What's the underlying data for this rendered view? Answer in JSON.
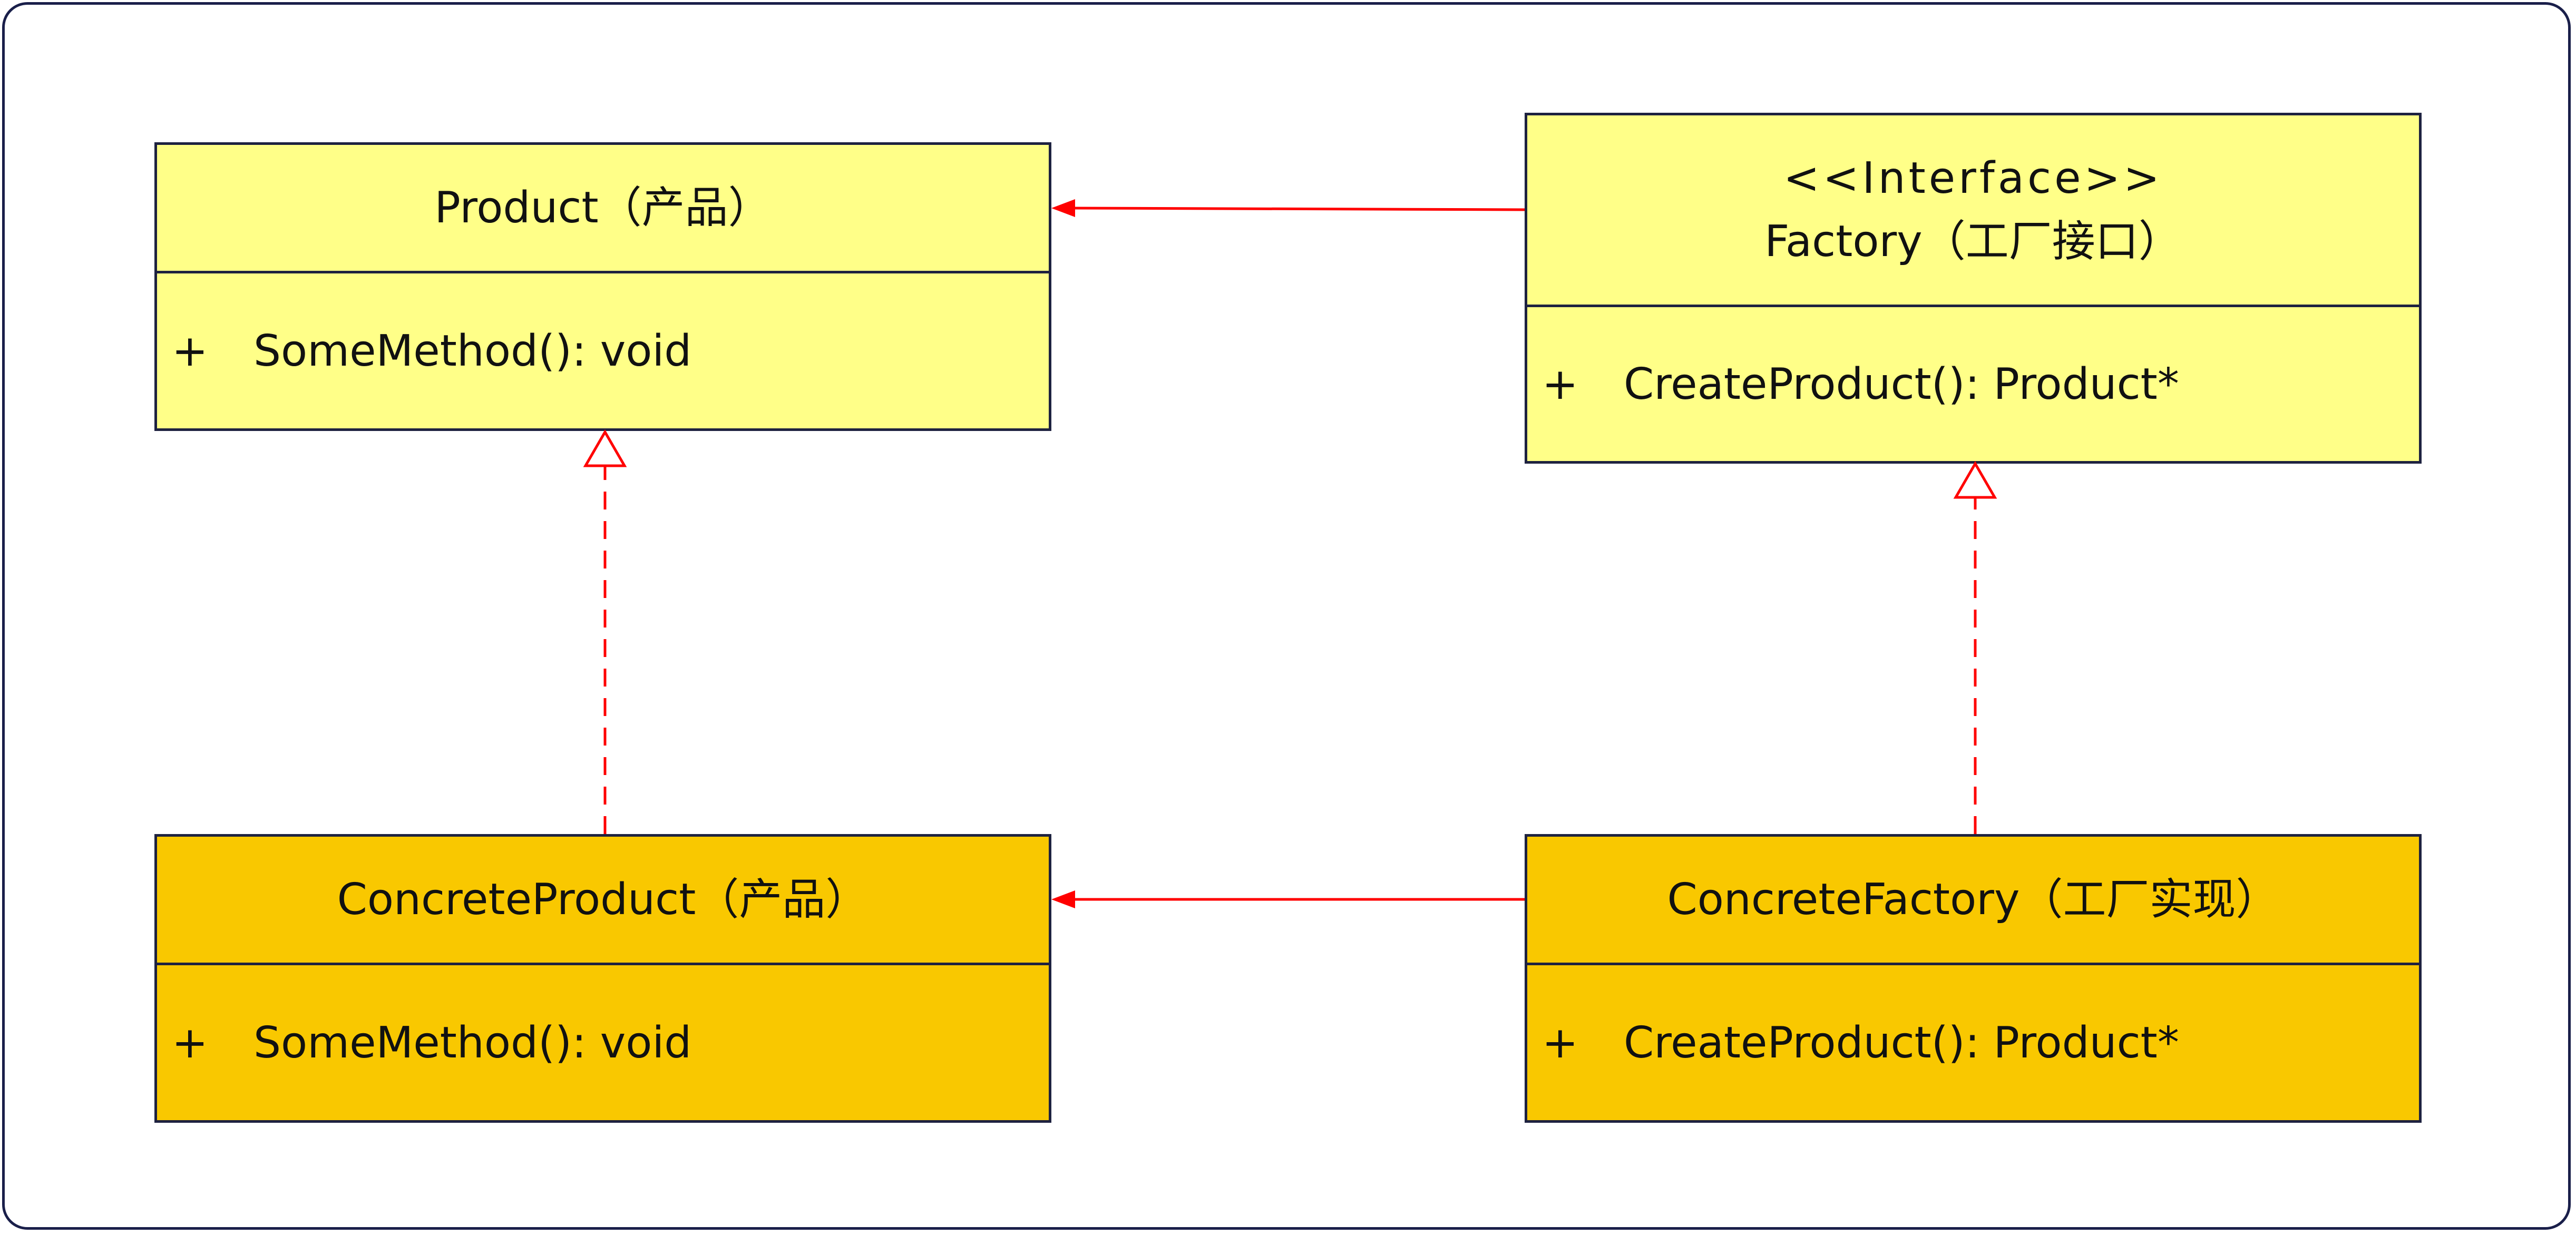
{
  "colors": {
    "interface_fill": "#ffff88",
    "concrete_fill": "#f9c800",
    "connector": "#ff0000",
    "border": "#1e2240"
  },
  "classes": {
    "product": {
      "name": "Product（产品）",
      "members": [
        {
          "visibility": "+",
          "signature": "SomeMethod(): void"
        }
      ]
    },
    "factory": {
      "stereotype": "<<Interface>>",
      "name": "Factory（工厂接口）",
      "members": [
        {
          "visibility": "+",
          "signature": "CreateProduct(): Product*"
        }
      ]
    },
    "concrete_product": {
      "name": "ConcreteProduct（产品）",
      "members": [
        {
          "visibility": "+",
          "signature": "SomeMethod(): void"
        }
      ]
    },
    "concrete_factory": {
      "name": "ConcreteFactory（工厂实现）",
      "members": [
        {
          "visibility": "+",
          "signature": "CreateProduct(): Product*"
        }
      ]
    }
  },
  "relations": [
    {
      "from": "factory",
      "to": "product",
      "type": "association"
    },
    {
      "from": "concrete_factory",
      "to": "concrete_product",
      "type": "association"
    },
    {
      "from": "concrete_product",
      "to": "product",
      "type": "realization"
    },
    {
      "from": "concrete_factory",
      "to": "factory",
      "type": "realization"
    }
  ]
}
